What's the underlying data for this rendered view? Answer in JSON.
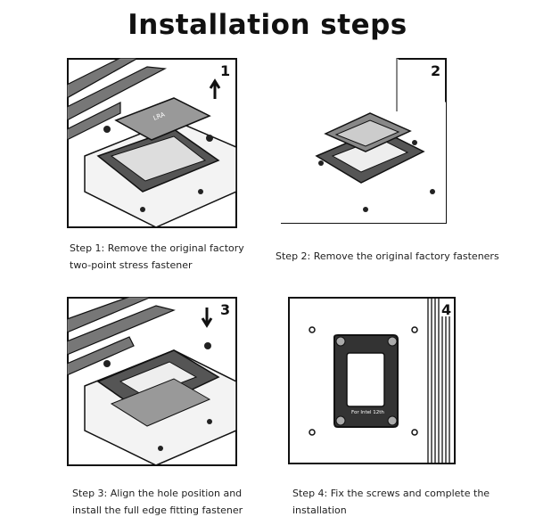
{
  "title": "Installation steps",
  "steps": [
    {
      "number": "1",
      "caption_line1": "Step 1: Remove the original factory",
      "caption_line2": "two-point stress fastener"
    },
    {
      "number": "2",
      "caption_line1": "Step 2: Remove the original factory fasteners"
    },
    {
      "number": "3",
      "caption_line1": "Step 3: Align the hole position and",
      "caption_line2": "install the full edge fitting fastener"
    },
    {
      "number": "4",
      "caption_line1": "Step 4: Fix the screws and complete the",
      "caption_line2": "installation",
      "bracket_label": "For Intel 12th"
    }
  ]
}
